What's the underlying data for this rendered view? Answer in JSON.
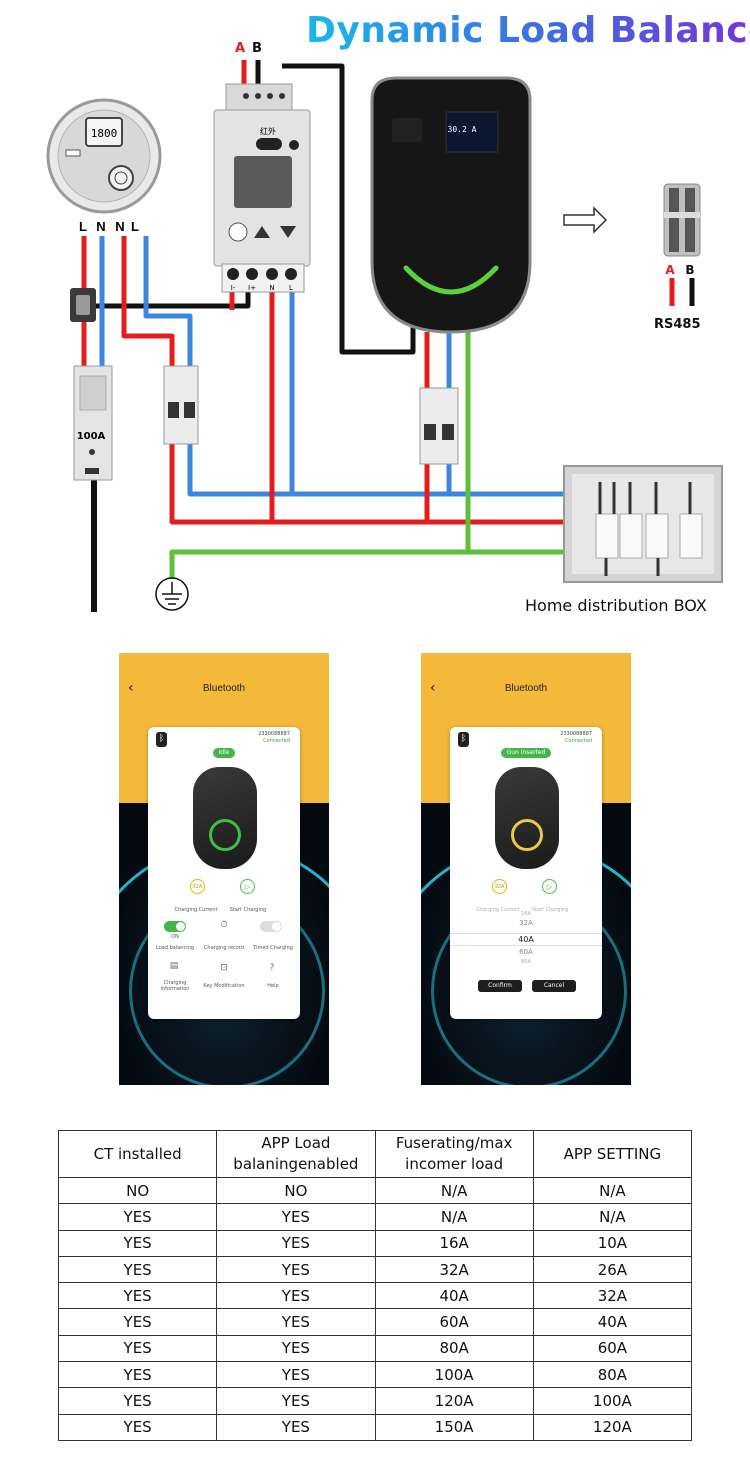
{
  "title": "Dynamic Load Balance",
  "diagram": {
    "meter_reading": "1800",
    "meter_terminal_labels": [
      "L",
      "N",
      "N",
      "L"
    ],
    "rs485_top_labels": [
      "A",
      "B"
    ],
    "breaker_rating": "100A",
    "module_header": "红外",
    "module_terminal_labels": [
      "I-",
      "I+",
      "N",
      "L"
    ],
    "charger_display": "30.2 A",
    "connector_labels": [
      "A",
      "B"
    ],
    "rs485_label": "RS485",
    "box_label": "Home distribution BOX"
  },
  "app": {
    "left": {
      "header": "Bluetooth",
      "serial": "2330088887",
      "connection": "Connected",
      "status": "Idle",
      "current_value": "32A",
      "charging_current": "Charging Current",
      "start_charging": "Start Charging",
      "toggle_on": "ON",
      "load_balancing": "Load balancing",
      "charging_record": "Charging record",
      "timed_charging": "Timed Charging",
      "charging_information_1": "Charging",
      "charging_information_2": "Information",
      "key_modification": "Key Modification",
      "help": "Help"
    },
    "right": {
      "header": "Bluetooth",
      "serial": "2330088887",
      "connection": "Connected",
      "status": "Gun Inserted",
      "current_value": "32A",
      "charging_current": "Charging Current",
      "start_charging": "Start Charging",
      "picker_options": [
        "16A",
        "32A",
        "40A",
        "60A",
        "80A"
      ],
      "confirm": "Confirm",
      "cancel": "Cancel"
    }
  },
  "table": {
    "headers": [
      [
        "CT installed",
        ""
      ],
      [
        "APP Load",
        "balaningenabled"
      ],
      [
        "Fuserating/max",
        "incomer load"
      ],
      [
        "APP SETTING",
        ""
      ]
    ],
    "rows": [
      [
        "NO",
        "NO",
        "N/A",
        "N/A"
      ],
      [
        "YES",
        "YES",
        "N/A",
        "N/A"
      ],
      [
        "YES",
        "YES",
        "16A",
        "10A"
      ],
      [
        "YES",
        "YES",
        "32A",
        "26A"
      ],
      [
        "YES",
        "YES",
        "40A",
        "32A"
      ],
      [
        "YES",
        "YES",
        "60A",
        "40A"
      ],
      [
        "YES",
        "YES",
        "80A",
        "60A"
      ],
      [
        "YES",
        "YES",
        "100A",
        "80A"
      ],
      [
        "YES",
        "YES",
        "120A",
        "100A"
      ],
      [
        "YES",
        "YES",
        "150A",
        "120A"
      ]
    ]
  },
  "colors": {
    "live": "#e31c1c",
    "neutral": "#3b86e0",
    "earth": "#59c23a",
    "signal": "#111111",
    "app_yellow": "#f4b93a",
    "app_green": "#44b649"
  }
}
